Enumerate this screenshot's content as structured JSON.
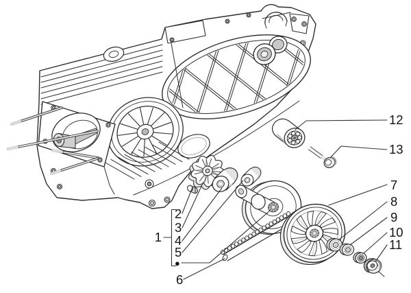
{
  "diagram": {
    "background": "#ffffff",
    "line_color": "#2d2d2d",
    "text_color": "#141414",
    "callouts": {
      "left": [
        {
          "id": "1",
          "label": "1"
        },
        {
          "id": "2",
          "label": "2"
        },
        {
          "id": "3",
          "label": "3"
        },
        {
          "id": "4",
          "label": "4"
        },
        {
          "id": "5",
          "label": "5"
        },
        {
          "id": "bullet",
          "label": "●"
        },
        {
          "id": "6",
          "label": "6"
        }
      ],
      "right": [
        {
          "id": "12",
          "label": "12"
        },
        {
          "id": "13",
          "label": "13"
        },
        {
          "id": "7",
          "label": "7"
        },
        {
          "id": "8",
          "label": "8"
        },
        {
          "id": "9",
          "label": "9"
        },
        {
          "id": "10",
          "label": "10"
        },
        {
          "id": "11",
          "label": "11"
        }
      ]
    }
  }
}
